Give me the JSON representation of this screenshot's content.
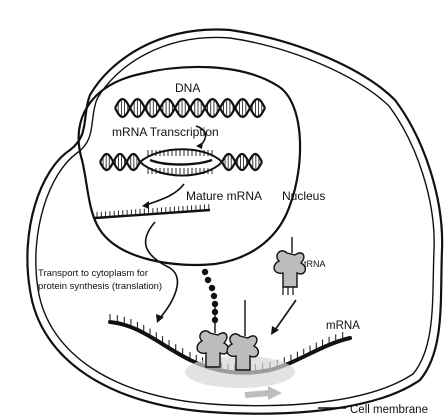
{
  "labels": {
    "dna": "DNA",
    "transcription": "mRNA Transcription",
    "mature_mrna": "Mature mRNA",
    "nucleus": "Nucleus",
    "transport_line1": "Transport to cytoplasm for",
    "transport_line2": "protein synthesis (translation)",
    "trna": "tRNA",
    "mrna": "mRNA",
    "cell_membrane": "Cell membrane"
  },
  "colors": {
    "ink": "#111111",
    "shade": "#bdbdbd",
    "ghost": "#d6d6d6",
    "background": "#ffffff"
  }
}
